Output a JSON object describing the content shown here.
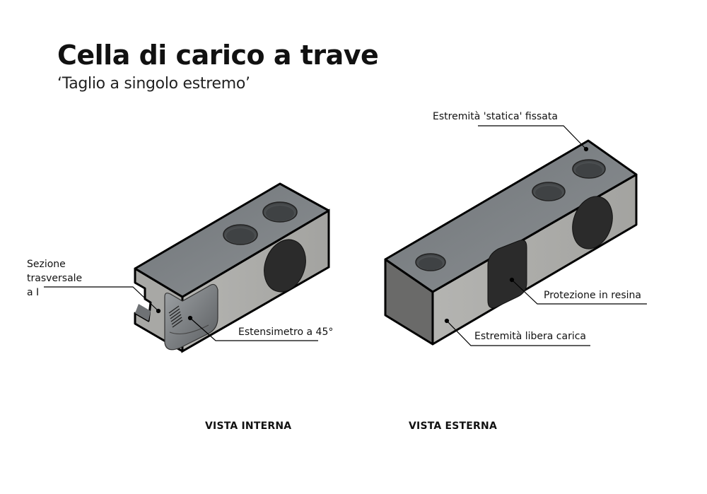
{
  "header": {
    "title": "Cella di carico a trave",
    "subtitle": "‘Taglio a singolo estremo’"
  },
  "internal_view": {
    "caption": "VISTA INTERNA",
    "labels": {
      "cross_section_line1": "Sezione",
      "cross_section_line2": "trasversale",
      "cross_section_line3": "a I",
      "strain_gauge": "Estensimetro a 45°"
    }
  },
  "external_view": {
    "caption": "VISTA ESTERNA",
    "labels": {
      "fixed_end": "Estremità 'statica' fissata",
      "resin_protection": "Protezione in resina",
      "loaded_free_end": "Estremità libera carica"
    }
  },
  "colors": {
    "top_face": "#7c8083",
    "side_face": "#a9a9a6",
    "end_face": "#6a6a69",
    "dark_fill": "#2b2b2b",
    "outline": "#000000"
  }
}
